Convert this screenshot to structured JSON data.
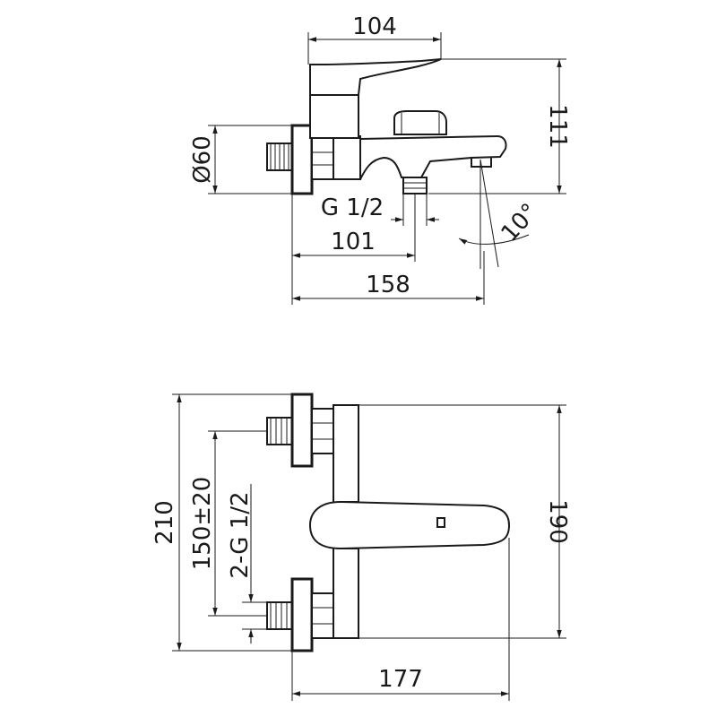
{
  "dimensions": {
    "top_width": "104",
    "height_side": "111",
    "diameter": "Ø60",
    "thread_outlet": "G 1/2",
    "angle": "10°",
    "depth_outlet": "101",
    "depth_total": "158",
    "height_total_front": "210",
    "inlet_spacing": "150±20",
    "inlet_thread": "2-G 1/2",
    "height_body_front": "190",
    "width_front": "177"
  }
}
